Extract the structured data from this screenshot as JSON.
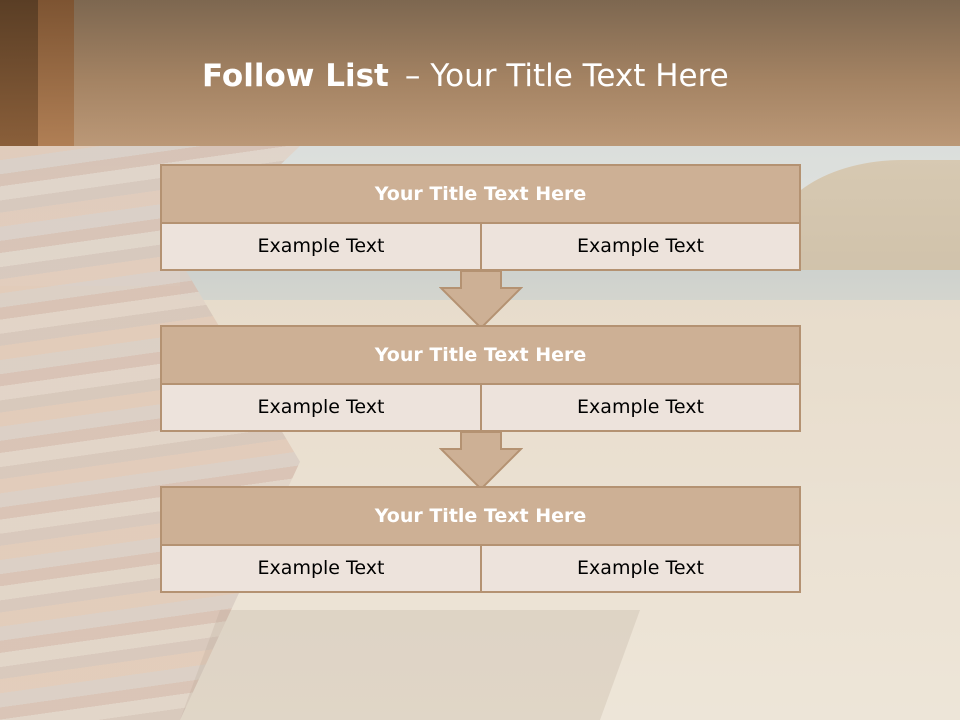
{
  "slide": {
    "title_bold": "Follow List",
    "title_dash": "–",
    "title_rest": "Your Title Text Here"
  },
  "blocks": [
    {
      "heading": "Your Title Text Here",
      "left_text": "Example Text",
      "right_text": "Example Text"
    },
    {
      "heading": "Your Title Text Here",
      "left_text": "Example Text",
      "right_text": "Example Text"
    },
    {
      "heading": "Your Title Text Here",
      "left_text": "Example Text",
      "right_text": "Example Text"
    }
  ],
  "colors": {
    "header_band": "#a48363",
    "block_heading_fill": "#cdb095",
    "block_border": "#b49272",
    "cell_fill": "#ede3dc",
    "arrow_fill": "#cdb095"
  },
  "icons": {
    "connector": "down-arrow-icon"
  }
}
